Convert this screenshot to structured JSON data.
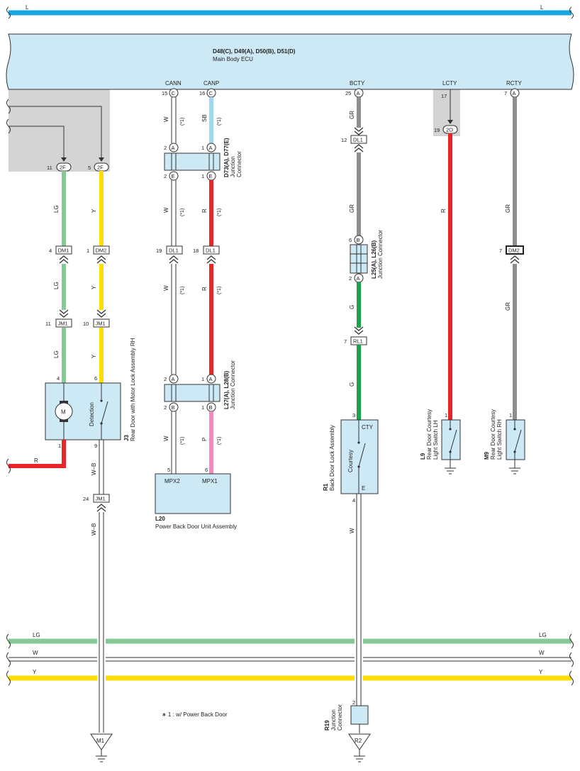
{
  "bus_top": {
    "left": "L",
    "right": "L"
  },
  "ecu": {
    "codes": "D48(C), D49(A), D50(B), D51(D)",
    "name": "Main Body ECU"
  },
  "ecu_terminals": {
    "cann": {
      "name": "CANN",
      "pin": "15",
      "conn": "C"
    },
    "canp": {
      "name": "CANP",
      "pin": "16",
      "conn": "C"
    },
    "bcty": {
      "name": "BCTY",
      "pin": "25",
      "conn": "A"
    },
    "lcty": {
      "name": "LCTY",
      "pin": "17"
    },
    "rcty": {
      "name": "RCTY",
      "pin": "7",
      "conn": "A"
    }
  },
  "connectors": {
    "c2f_lg": {
      "pin": "11",
      "name": "2F"
    },
    "c2f_y": {
      "pin": "5",
      "name": "2F"
    },
    "dm1": {
      "pin": "4",
      "name": "DM1"
    },
    "dm2_y": {
      "pin": "1",
      "name": "DM2"
    },
    "jm1_lg": {
      "pin": "11",
      "name": "JM1"
    },
    "jm1_y": {
      "pin": "10",
      "name": "JM1"
    },
    "jm1_wb": {
      "pin": "24",
      "name": "JM1"
    },
    "dl1_w": {
      "pin": "19",
      "name": "DL1"
    },
    "dl1_r": {
      "pin": "18",
      "name": "DL1"
    },
    "dl1_gr": {
      "pin": "12",
      "name": "DL1"
    },
    "c2o": {
      "pin": "19",
      "name": "2O"
    },
    "dm2_gr": {
      "pin": "7",
      "name": "DM2"
    },
    "rl1": {
      "pin": "7",
      "name": "RL1"
    }
  },
  "wires": {
    "lg": "LG",
    "y": "Y",
    "w": "W",
    "sb": "SB",
    "r": "R",
    "gr": "GR",
    "g": "G",
    "p": "P",
    "wb": "W–B",
    "note": "(*1)"
  },
  "junctions": {
    "d73": {
      "line1": "D73(A), D77(E)",
      "line2": "Junction",
      "line3": "Connector",
      "pin_a_w": "2",
      "pin_a_sb": "1",
      "pin_e_w": "2",
      "pin_e_r": "1",
      "a": "A",
      "e": "E"
    },
    "l27": {
      "line1": "L27(A), L28(B)",
      "line2": "Junction Connector",
      "pin_a_w": "2",
      "pin_a_r": "1",
      "pin_b_w": "2",
      "pin_b_r": "1",
      "a": "A",
      "b": "B"
    },
    "l25": {
      "line1": "L25(A), L26(B)",
      "line2": "Junction Connector",
      "pin_b": "6",
      "pin_a": "2",
      "a": "A",
      "b": "B"
    }
  },
  "components": {
    "j3": {
      "code": "J3",
      "name": "Rear Door with Motor Lock Assembly RH",
      "pin_lg": "4",
      "pin_y": "6",
      "pin_r": "1",
      "pin_wb": "9",
      "motor": "M",
      "switch": "Detection"
    },
    "l20": {
      "code": "L20",
      "name": "Power Back Door Unit Assembly",
      "mpx2": "MPX2",
      "mpx1": "MPX1",
      "pin5": "5",
      "pin6": "6"
    },
    "r1": {
      "code": "R1",
      "name": "Back Door Lock Assembly",
      "cty": "CTY",
      "e": "E",
      "switch": "Courtesy",
      "pin3": "3",
      "pin4": "4"
    },
    "l9": {
      "code": "L9",
      "line1": "Rear Door Courtesy",
      "line2": "Light Switch LH",
      "pin": "1"
    },
    "m9": {
      "code": "M9",
      "line1": "Rear Door Courtesy",
      "line2": "Light Switch RH",
      "pin": "1"
    },
    "r19": {
      "code": "R19",
      "line1": "Junction",
      "line2": "Connector",
      "pin": "2"
    }
  },
  "grounds": {
    "m1": "M1",
    "r2": "R2"
  },
  "bottom_buses": {
    "lg": "LG",
    "w": "W",
    "y": "Y"
  },
  "footnote": "∗ 1 : w/ Power Back Door",
  "colors": {
    "blue": "#16a6e0",
    "ecu_fill": "#cde9f6",
    "lg": "#86c997",
    "yellow": "#ffdd00",
    "red": "#e8262a",
    "gray": "#8e8e8e",
    "green": "#1aa34a",
    "pink": "#f08bbf",
    "sb": "#9fd7f2",
    "shade": "#d4d4d4"
  }
}
